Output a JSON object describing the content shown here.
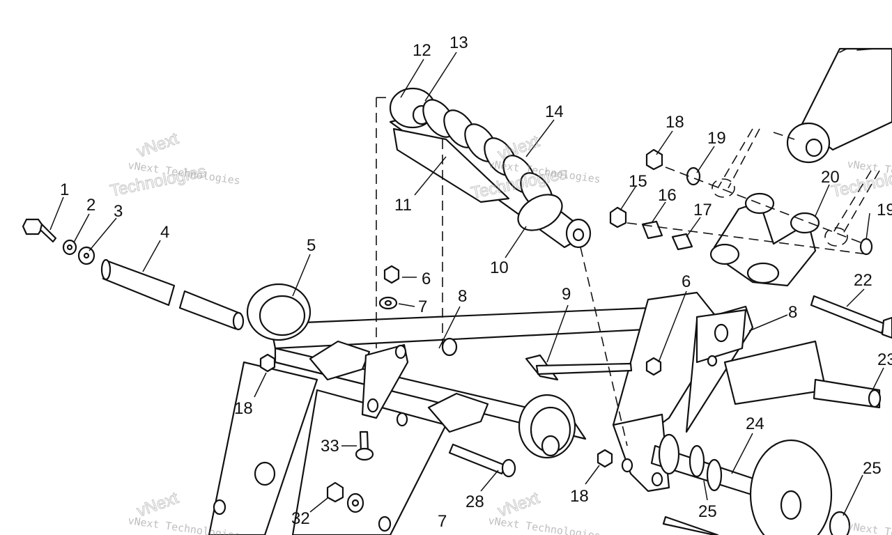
{
  "diagram": {
    "callouts": [
      "1",
      "2",
      "3",
      "4",
      "5",
      "6",
      "7",
      "8",
      "9",
      "10",
      "11",
      "12",
      "13",
      "14",
      "15",
      "16",
      "17",
      "18",
      "19",
      "20",
      "22",
      "23",
      "24",
      "25",
      "28",
      "32",
      "33"
    ],
    "watermark": {
      "name": "vNext Technologies",
      "outline_word_1": "vNext",
      "outline_word_2": "Technologies"
    }
  },
  "colors": {
    "ink": "#111111",
    "paper": "#ffffff",
    "watermark": "#8a8a8a"
  }
}
